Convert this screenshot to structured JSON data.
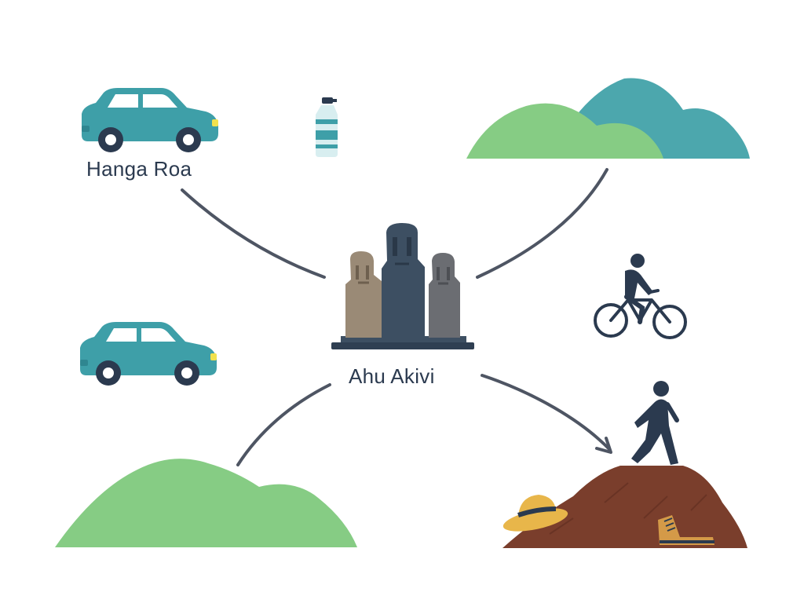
{
  "nodes": {
    "hanga_roa": {
      "label": "Hanga Roa",
      "icon": "car-icon"
    },
    "ahu_akivi": {
      "label": "Ahu Akivi",
      "icon": "moai-statues-icon"
    }
  },
  "decor": {
    "car_lower": "car-icon",
    "water_bottle": "water-bottle-icon",
    "hills_top_right": "hills-icon",
    "hill_bottom_left": "hill-icon",
    "cyclist": "cyclist-icon",
    "hiker": "hiker-icon",
    "volcano_mound": "mound-icon",
    "hat": "sun-hat-icon",
    "boots": "hiking-boot-icon"
  },
  "edges": [
    {
      "from": "hanga_roa",
      "to": "ahu_akivi",
      "arrow": false
    },
    {
      "from": "hills_top_right",
      "to": "ahu_akivi",
      "arrow": false
    },
    {
      "from": "ahu_akivi",
      "to": "hill_bottom_left",
      "arrow": false
    },
    {
      "from": "ahu_akivi",
      "to": "volcano_mound",
      "arrow": true
    }
  ],
  "colors": {
    "teal": "#3e9fa8",
    "teal_dark": "#2f8690",
    "green": "#86cc84",
    "navy": "#2b3a4f",
    "line": "#4e5563",
    "moai_tan": "#9a8a76",
    "moai_slate": "#3d4f62",
    "moai_gray": "#6b6d72",
    "earth": "#7a3e2c",
    "hat": "#e8b64a",
    "boot": "#d49a48"
  }
}
